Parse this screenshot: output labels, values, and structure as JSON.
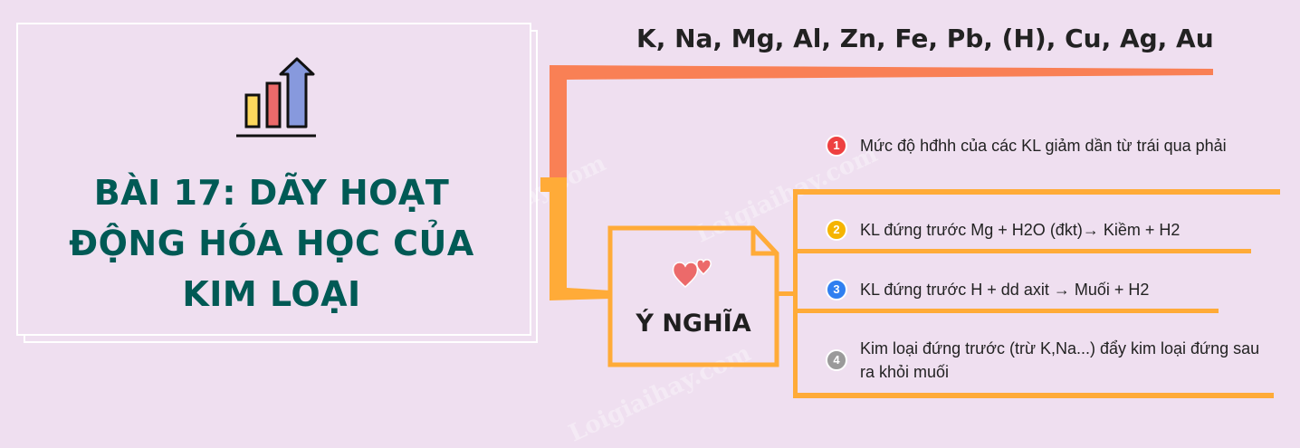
{
  "title": "BÀI 17: DÃY HOẠT ĐỘNG HÓA HỌC CỦA KIM LOẠI",
  "title_lines": [
    "BÀI 17: DÃY HOẠT",
    "ĐỘNG HÓA HỌC CỦA",
    "KIM LOẠI"
  ],
  "branch_top": {
    "label": "K, Na, Mg, Al, Zn, Fe, Pb, (H), Cu, Ag, Au",
    "color": "#f98055"
  },
  "branch_meaning": {
    "label": "Ý NGHĨA",
    "color": "#ffab38",
    "items": [
      {
        "num": "1",
        "color": "#ee4040",
        "text": "Mức độ hđhh của các KL giảm dần từ trái qua phải"
      },
      {
        "num": "2",
        "color": "#f5b400",
        "text": "KL đứng trước Mg + H2O (đkt)→ Kiềm + H2"
      },
      {
        "num": "3",
        "color": "#2f7ff0",
        "text": "KL đứng trước H + dd axit → Muối + H2"
      },
      {
        "num": "4",
        "color": "#9a9a9a",
        "text": "Kim loại đứng trước (trừ K,Na...) đẩy kim loại đứng sau ra khỏi muối"
      }
    ]
  },
  "watermark": "Loigiaihay.com"
}
